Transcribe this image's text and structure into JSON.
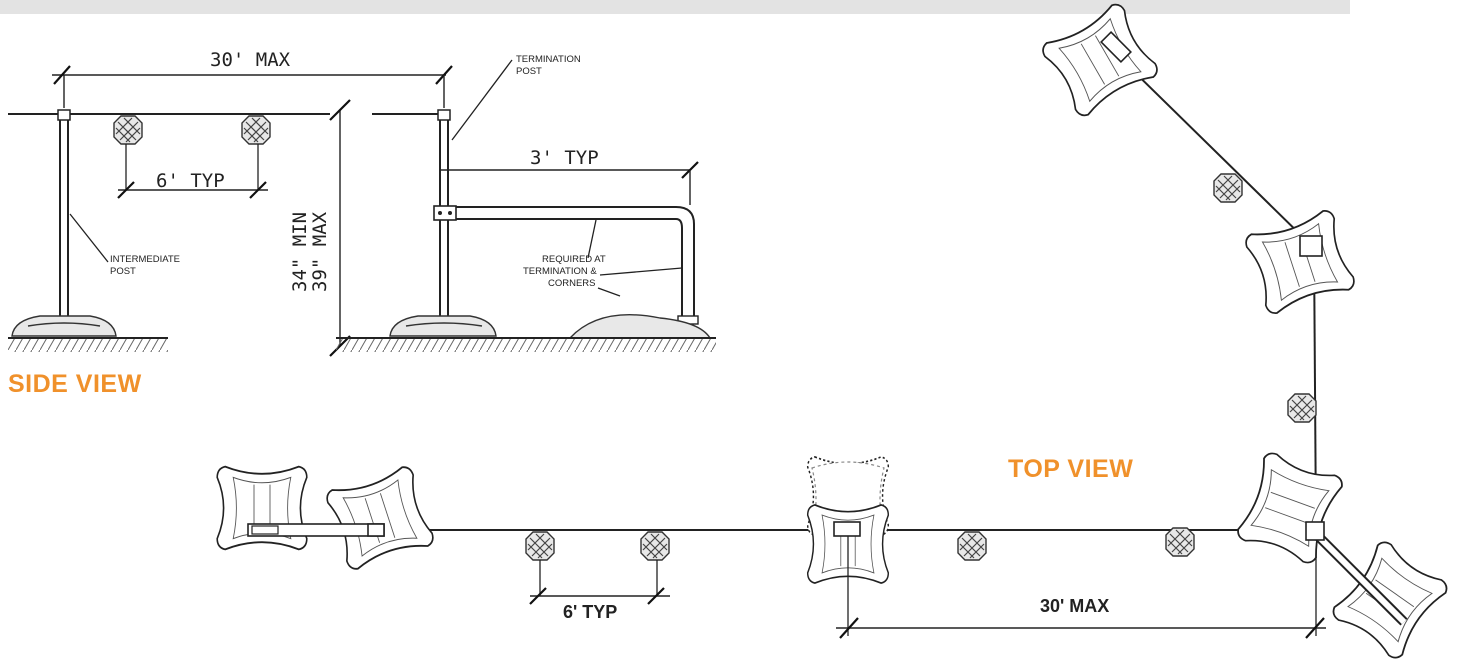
{
  "side_view": {
    "title": "SIDE VIEW",
    "max_span": "30' MAX",
    "stanchion_spacing": "6' TYP",
    "intermediate_post_label": [
      "INTERMEDIATE",
      "POST"
    ],
    "termination_post_label": [
      "TERMINATION",
      "POST"
    ],
    "height_min": "34\" MIN",
    "height_max": "39\" MAX",
    "brace_length": "3' TYP",
    "brace_note": [
      "REQUIRED AT",
      "TERMINATION &",
      "CORNERS"
    ]
  },
  "top_view": {
    "title": "TOP VIEW",
    "stanchion_spacing": "6' TYP",
    "max_span": "30' MAX"
  },
  "colors": {
    "title_orange": "#f0912b",
    "line": "#222222",
    "header_bar": "#e3e3e3"
  }
}
